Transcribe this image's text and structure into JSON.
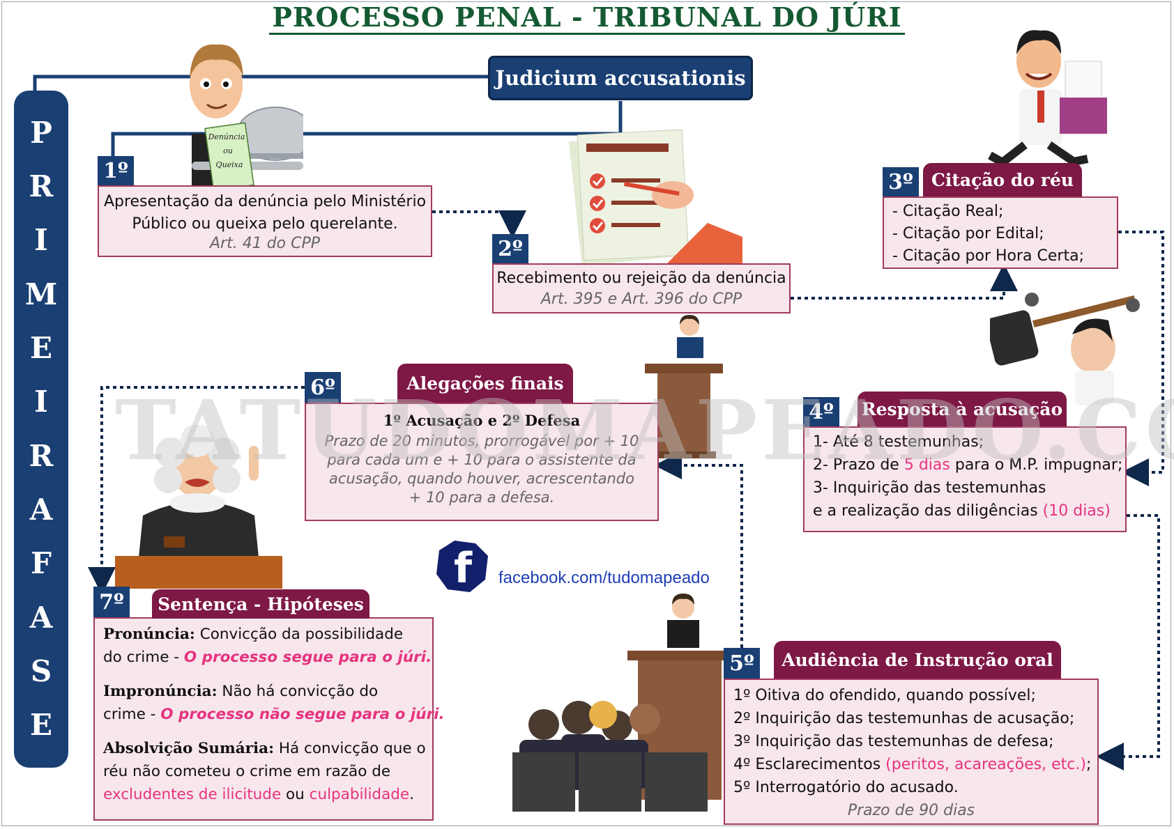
{
  "title": "PROCESSO PENAL - TRIBUNAL DO JÚRI",
  "watermark": "TATUDOMAPEADO.COM",
  "sidebar": [
    "P",
    "R",
    "I",
    "M",
    "E",
    "I",
    "R",
    "A",
    "F",
    "A",
    "S",
    "E"
  ],
  "header_box": "Judicium accusationis",
  "illustration_text": {
    "line1": "Denúncia",
    "line2": "ou",
    "line3": "Queixa"
  },
  "step1": {
    "num": "1º",
    "line1": "Apresentação da denúncia pelo Ministério",
    "line2": "Público ou queixa pelo querelante.",
    "ref": "Art. 41 do CPP"
  },
  "step2": {
    "num": "2º",
    "line1": "Recebimento ou rejeição da denúncia",
    "ref": "Art. 395 e Art. 396 do CPP"
  },
  "step3": {
    "num": "3º",
    "title": "Citação do réu",
    "items": [
      "- Citação Real;",
      "- Citação por Edital;",
      "- Citação por Hora Certa;"
    ]
  },
  "step4": {
    "num": "4º",
    "title": "Resposta à acusação",
    "l1": "1- Até 8 testemunhas;",
    "l2a": "2- Prazo de ",
    "l2b": "5 dias",
    "l2c": " para o M.P. impugnar;",
    "l3": "3- Inquirição das testemunhas",
    "l4a": "e a realização das diligências ",
    "l4b": "(10 dias)"
  },
  "step5": {
    "num": "5º",
    "title": "Audiência de Instrução oral",
    "items": [
      "1º Oitiva do ofendido, quando possível;",
      "2º Inquirição das testemunhas de acusação;",
      "3º Inquirição das testemunhas de defesa;"
    ],
    "l4a": "4º Esclarecimentos ",
    "l4b": "(peritos, acareações, etc.)",
    "l4c": ";",
    "l5": "5º Interrogatório do acusado.",
    "ref": "Prazo de 90 dias"
  },
  "step6": {
    "num": "6º",
    "title": "Alegações finais",
    "subtitle": "1º Acusação e 2º Defesa",
    "lines": [
      "Prazo de 20 minutos, prorrogável por + 10",
      "para cada um e + 10 para o assistente da",
      "acusação, quando houver, acrescentando",
      "+ 10 para a defesa."
    ]
  },
  "step7": {
    "num": "7º",
    "title": "Sentença - Hipóteses",
    "p1_label": "Pronúncia:",
    "p1_a": " Convicção da possibilidade",
    "p1_b": "do crime - ",
    "p1_c": "O processo segue para o júri.",
    "p2_label": "Impronúncia:",
    "p2_a": " Não há convicção do",
    "p2_b": "crime - ",
    "p2_c": "O processo não segue para o júri.",
    "p3_label": "Absolvição Sumária:",
    "p3_a": " Há convicção que o",
    "p3_b": "réu não cometeu o crime em razão de",
    "p3_c": "excludentes de ilicitude",
    "p3_d": " ou ",
    "p3_e": "culpabilidade",
    "p3_f": "."
  },
  "facebook": "facebook.com/tudomapeado",
  "colors": {
    "navy": "#1a3f73",
    "wine": "#7e1845",
    "box_bg": "#f7e6ec",
    "title_green": "#145a32",
    "accent_pink": "#e6337f"
  }
}
